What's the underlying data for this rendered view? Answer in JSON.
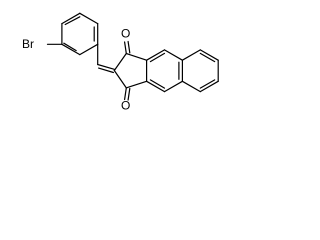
{
  "molecule": {
    "atoms": {
      "bromine": "Br",
      "oxygen_top": "O",
      "oxygen_bottom": "O"
    }
  }
}
